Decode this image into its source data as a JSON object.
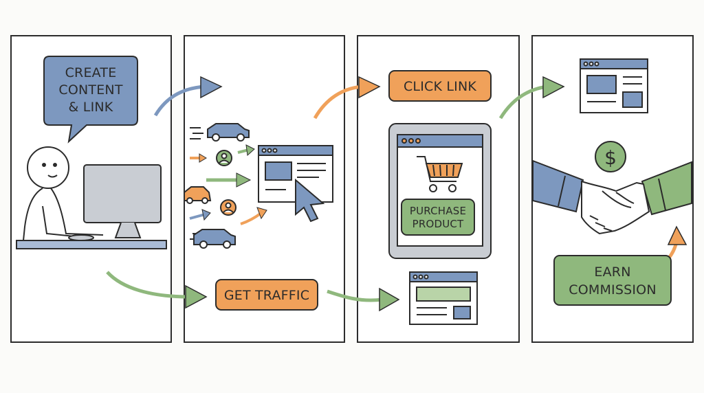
{
  "colors": {
    "ink": "#2b2b2b",
    "blue": "#7d98bf",
    "blue_light": "#a9bbd6",
    "orange": "#f0a15a",
    "green": "#8fb87d",
    "green_light": "#b9d4a8",
    "screen_gray": "#c9cdd3",
    "paper": "#ffffff"
  },
  "panels": [
    {
      "step": "create",
      "bubble_lines": [
        "CREATE",
        "CONTENT",
        "& LINK"
      ],
      "icons": [
        "stick-figure",
        "desktop-computer",
        "keyboard"
      ]
    },
    {
      "step": "traffic",
      "label": "GET TRAFFIC",
      "icons": [
        "car-icon",
        "person-icon",
        "browser-window-icon",
        "mouse-pointer-icon"
      ]
    },
    {
      "step": "click",
      "label": "CLICK LINK",
      "product_lines": [
        "PURCHASE",
        "PRODUCT"
      ],
      "icons": [
        "tablet-icon",
        "shopping-cart-icon",
        "browser-window-icon"
      ]
    },
    {
      "step": "earn",
      "label_lines": [
        "EARN",
        "COMMISSION"
      ],
      "icons": [
        "dollar-coin-icon",
        "handshake-icon",
        "browser-window-icon"
      ]
    }
  ],
  "coin_symbol": "$"
}
